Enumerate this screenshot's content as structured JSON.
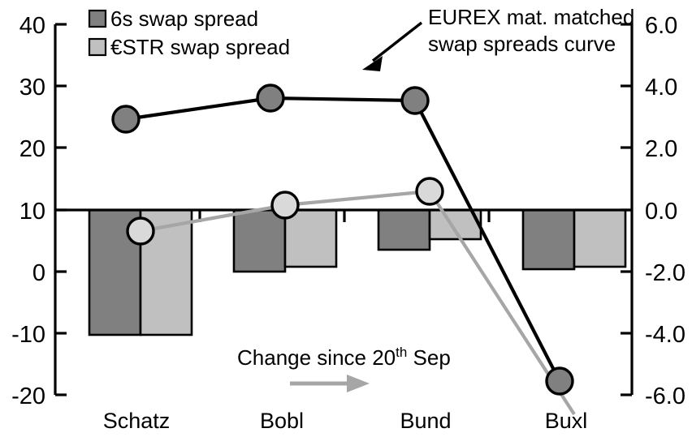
{
  "chart_data": {
    "type": "bar",
    "title": "",
    "subtitle": "",
    "xlabel": "",
    "ylabel": "",
    "categories": [
      "Schatz",
      "Bobl",
      "Bund",
      "Buxl"
    ],
    "left_axis": {
      "ticks": [
        "40",
        "30",
        "20",
        "10",
        "0",
        "-10",
        "-20"
      ],
      "tick_values": [
        40,
        30,
        20,
        10,
        0,
        -10,
        -20
      ],
      "ylim": [
        -20,
        40
      ]
    },
    "right_axis": {
      "ticks": [
        "6.0",
        "4.0",
        "2.0",
        "0.0",
        "-2.0",
        "-4.0",
        "-6.0"
      ],
      "tick_values": [
        6.0,
        4.0,
        2.0,
        0.0,
        -2.0,
        -4.0,
        -6.0
      ],
      "ylim": [
        -6.0,
        6.0
      ]
    },
    "grid": false,
    "legend_position": "top-left",
    "series": [
      {
        "name": "6s swap spread",
        "kind": "bar",
        "axis": "right",
        "color": "#808080",
        "values": [
          -4.05,
          -1.97,
          -1.27,
          -1.9
        ]
      },
      {
        "name": "€STR swap spread",
        "kind": "bar",
        "axis": "right",
        "color": "#c0c0c0",
        "values": [
          -4.05,
          -1.82,
          -0.93,
          -1.82
        ]
      },
      {
        "name": "EUREX mat. matched swap spreads curve",
        "kind": "line",
        "axis": "left",
        "color": "#000000",
        "marker_fill": "#808080",
        "values": [
          24.5,
          28.0,
          27.4,
          -18.0
        ]
      },
      {
        "name": "Change since 20th Sep",
        "kind": "line",
        "axis": "left",
        "color": "#a6a6a6",
        "marker_fill": "#d9d9d9",
        "values": [
          6.1,
          10.5,
          12.8,
          -19.6
        ]
      }
    ]
  },
  "legend": {
    "items": [
      {
        "label": "6s swap spread",
        "color": "#808080"
      },
      {
        "label": "€STR swap spread",
        "color": "#c0c0c0"
      }
    ]
  },
  "annotations": {
    "curve_note": {
      "line1": "EUREX mat. matched",
      "line2": "swap spreads curve"
    },
    "change_note": {
      "text_before": "Change since 20",
      "superscript": "th",
      "text_after": " Sep"
    }
  }
}
